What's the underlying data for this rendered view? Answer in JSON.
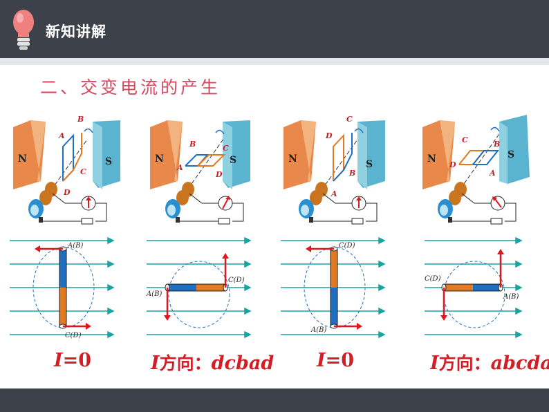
{
  "header": {
    "title": "新知讲解",
    "icon": "lightbulb-icon"
  },
  "section_title": "二、交变电流的产生",
  "colors": {
    "header_bg": "#3d4149",
    "title_red": "#d9475f",
    "caption_red": "#d21f26",
    "north_pole": "#e8884a",
    "south_pole": "#5bb4cf",
    "coil_orange": "#e07a22",
    "coil_blue": "#1e6fc2",
    "field_line": "#1aa3a3",
    "velocity_arrow": "#e0161f"
  },
  "panels": [
    {
      "gen": {
        "n": "N",
        "s": "S",
        "labels": [
          "A",
          "B",
          "C",
          "D"
        ]
      },
      "field": {
        "top_label": "A(B)",
        "bottom_label": "C(D)"
      },
      "caption": {
        "symbol": "I",
        "rest": "=0"
      }
    },
    {
      "gen": {
        "n": "N",
        "s": "S",
        "labels": [
          "A",
          "B",
          "C",
          "D"
        ]
      },
      "field": {
        "left_label": "A(B)",
        "right_label": "C(D)"
      },
      "caption": {
        "symbol": "I",
        "mid": "方向：",
        "tail": "dcbad"
      }
    },
    {
      "gen": {
        "n": "N",
        "s": "S",
        "labels": [
          "C",
          "D",
          "B",
          "A"
        ]
      },
      "field": {
        "top_label": "C(D)",
        "bottom_label": "A(B)"
      },
      "caption": {
        "symbol": "I",
        "rest": "=0"
      }
    },
    {
      "gen": {
        "n": "N",
        "s": "S",
        "labels": [
          "C",
          "D",
          "A",
          "B"
        ]
      },
      "field": {
        "left_label": "C(D)",
        "right_label": "A(B)"
      },
      "caption": {
        "symbol": "I",
        "mid": "方向：",
        "tail": "abcda"
      }
    }
  ]
}
